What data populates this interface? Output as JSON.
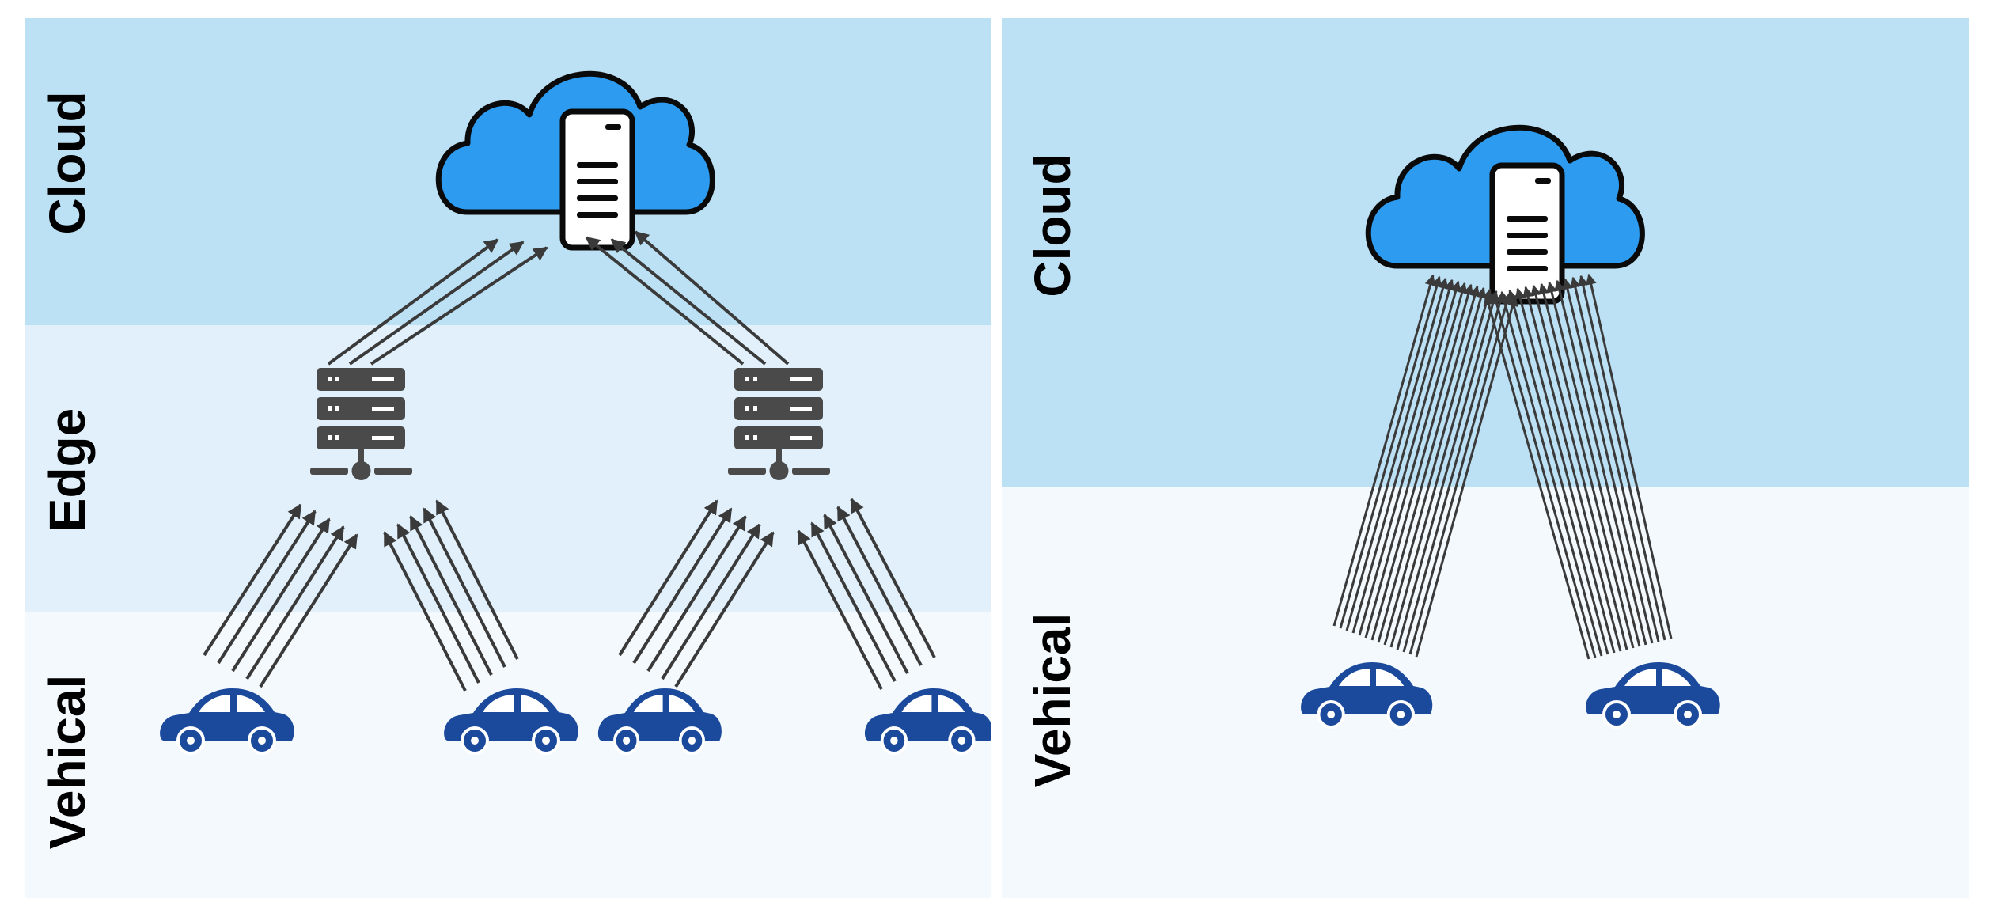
{
  "left_panel": {
    "layers": [
      {
        "label": "Cloud",
        "color": "#bde1f4"
      },
      {
        "label": "Edge",
        "color": "#e1f0fa"
      },
      {
        "label": "Vehical",
        "color": "#f4f9fd"
      }
    ],
    "edge_server_count": 2,
    "vehicle_count": 4
  },
  "right_panel": {
    "layers": [
      {
        "label": "Cloud",
        "color": "#bde1f4"
      },
      {
        "label": "Vehical",
        "color": "#f4f9fd"
      }
    ],
    "vehicle_count": 2
  },
  "colors": {
    "cloud_fill": "#2d9cf0",
    "cloud_outline": "#0a0a0a",
    "server_icon": "#4a4a4a",
    "arrow": "#3a3a3a",
    "car": "#1b4a9c"
  },
  "icons": [
    "cloud-server-icon",
    "edge-server-icon",
    "car-icon"
  ]
}
